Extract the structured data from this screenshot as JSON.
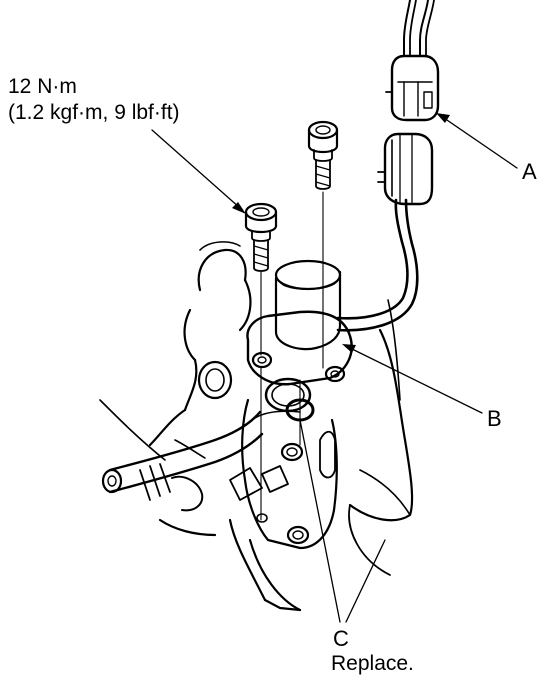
{
  "labels": {
    "torque_line1": "12 N·m",
    "torque_line2": "(1.2 kgf·m, 9 lbf·ft)",
    "a": "A",
    "b": "B",
    "c": "C",
    "c_note": "Replace."
  },
  "colors": {
    "line": "#000000",
    "background": "#ffffff"
  }
}
